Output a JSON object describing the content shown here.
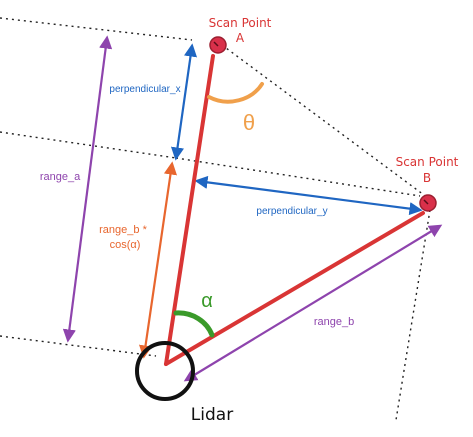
{
  "points": {
    "scan_a": {
      "title": "Scan Point",
      "letter": "A"
    },
    "scan_b": {
      "title": "Scan Point",
      "letter": "B"
    },
    "lidar": "Lidar"
  },
  "labels": {
    "perpendicular_x": "perpendicular_x",
    "perpendicular_y": "perpendicular_y",
    "range_a": "range_a",
    "range_b": "range_b",
    "range_b_cos_line1": "range_b *",
    "range_b_cos_line2": "cos(α)",
    "theta": "θ",
    "alpha": "α"
  },
  "colors": {
    "beam": "#d93535",
    "scan_point": "#d9304a",
    "point_label": "#d93535",
    "range_a": "#8e44ad",
    "range_b": "#8e44ad",
    "perpendicular": "#1f66c2",
    "cos_projection": "#e8662e",
    "theta": "#f0a04b",
    "alpha": "#3a9a2a",
    "guide": "#222222",
    "lidar": "#111111"
  }
}
